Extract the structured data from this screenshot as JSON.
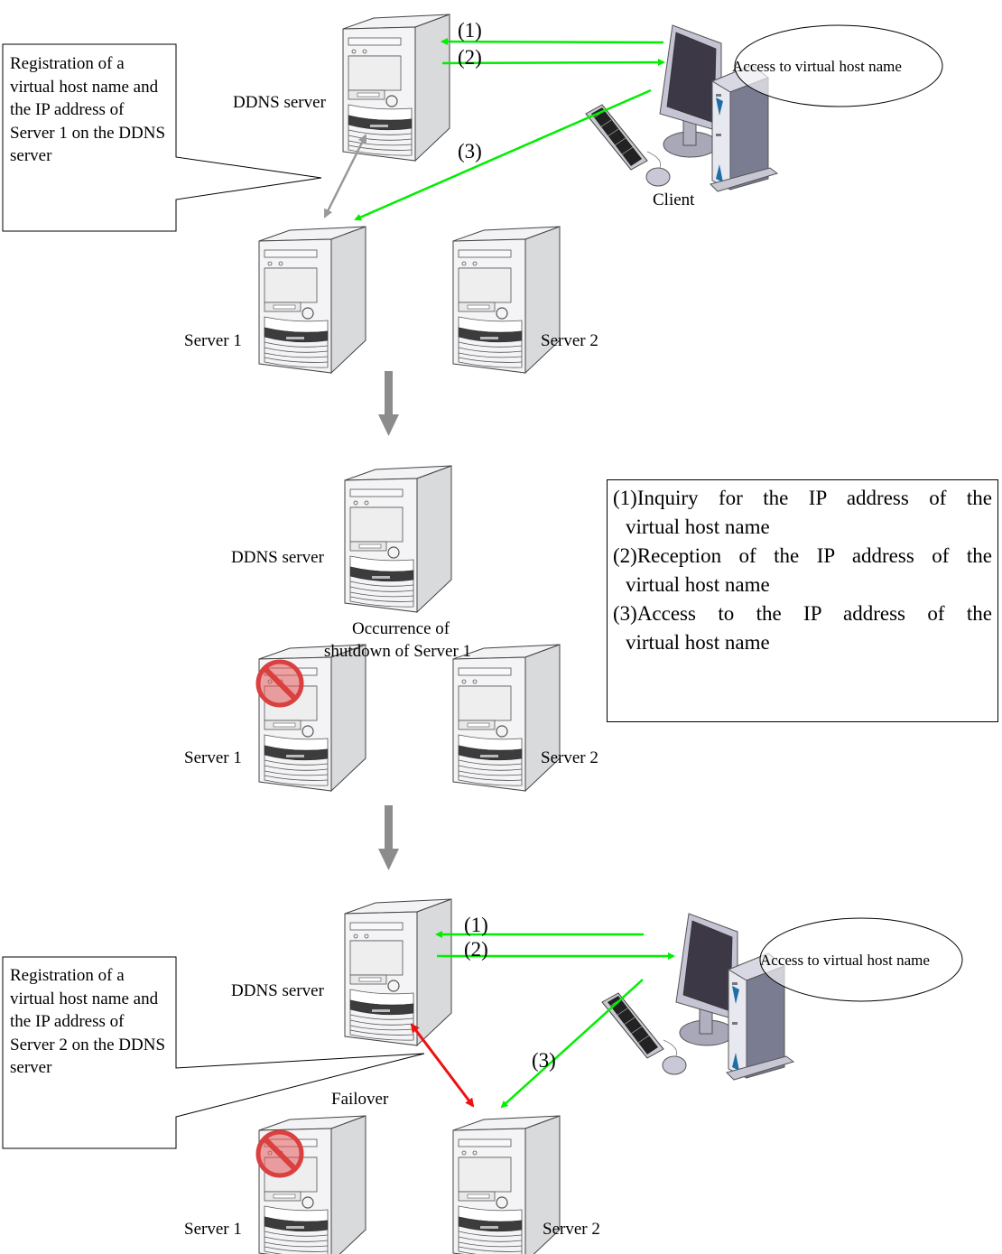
{
  "colors": {
    "request_arrow": "#00ee00",
    "registration_arrow": "#999999",
    "failover_arrow": "#ee1111",
    "flow_arrow": "#8c8c8c",
    "stop_sign": "#e05050"
  },
  "icons": {
    "server": "server-tower-icon",
    "client": "desktop-pc-icon",
    "stop": "prohibited-icon"
  },
  "stage1": {
    "ddns_label": "DDNS server",
    "client_label": "Client",
    "server1_label": "Server 1",
    "server2_label": "Server 2",
    "step1": "(1)",
    "step2": "(2)",
    "step3": "(3)",
    "client_bubble": "Access to virtual host name",
    "callout": "Registration of a virtual host name and the IP address of Server 1 on the DDNS server"
  },
  "stage2": {
    "ddns_label": "DDNS server",
    "server1_label": "Server 1",
    "server2_label": "Server 2",
    "event_line1": "Occurrence of",
    "event_line2": "shutdown of Server 1"
  },
  "stage3": {
    "ddns_label": "DDNS server",
    "server1_label": "Server 1",
    "server2_label": "Server 2",
    "step1": "(1)",
    "step2": "(2)",
    "step3": "(3)",
    "client_bubble": "Access to virtual host name",
    "failover_label": "Failover",
    "callout": "Registration of a virtual host name and the IP address of Server 2 on the DDNS server"
  },
  "legend": {
    "items": [
      {
        "first": "(1)Inquiry for the IP address of the",
        "second": "virtual host name"
      },
      {
        "first": "(2)Reception of the IP address of the",
        "second": "virtual host name"
      },
      {
        "first": "(3)Access to the IP address of the",
        "second": "virtual host name"
      }
    ]
  }
}
